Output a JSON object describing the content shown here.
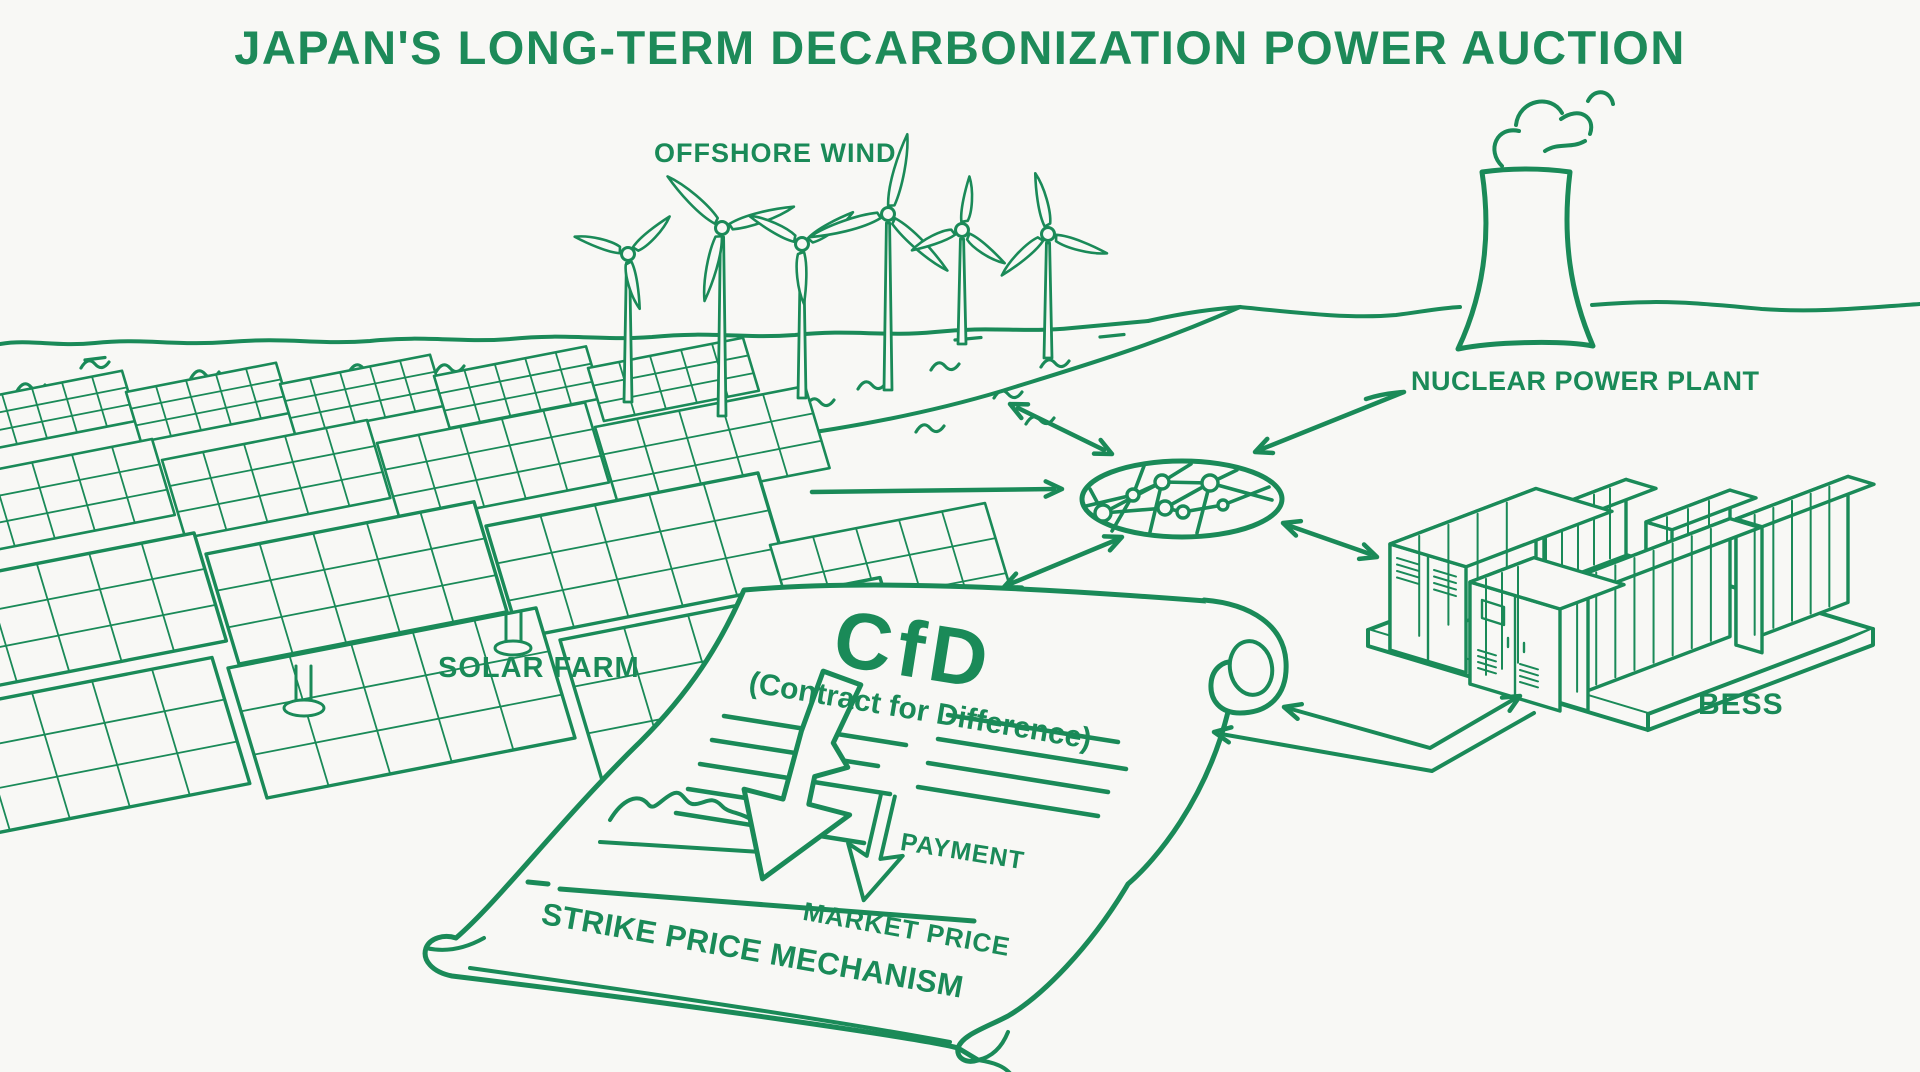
{
  "title": "JAPAN'S LONG-TERM DECARBONIZATION POWER AUCTION",
  "colors": {
    "ink": "#1a8a58",
    "background": "#f8f8f5"
  },
  "labels": {
    "offshore_wind": "OFFSHORE WIND",
    "nuclear": "NUCLEAR POWER PLANT",
    "solar": "SOLAR FARM",
    "bess": "BESS",
    "cfd": "CfD",
    "cfd_sub": "(Contract for Difference)",
    "payment": "PAYMENT",
    "market_price": "MARKET PRICE",
    "strike": "STRIKE PRICE MECHANISM"
  },
  "diagram": {
    "nodes": [
      {
        "id": "offshore-wind",
        "label": "OFFSHORE WIND",
        "icon": "wind-turbines-icon"
      },
      {
        "id": "solar-farm",
        "label": "SOLAR FARM",
        "icon": "solar-panels-icon"
      },
      {
        "id": "nuclear-power-plant",
        "label": "NUCLEAR POWER PLANT",
        "icon": "cooling-tower-icon"
      },
      {
        "id": "power-grid",
        "label": "",
        "icon": "grid-network-icon"
      },
      {
        "id": "bess",
        "label": "BESS",
        "icon": "battery-containers-icon"
      },
      {
        "id": "cfd-contract",
        "label": "CfD (Contract for Difference)",
        "icon": "scroll-contract-icon"
      }
    ],
    "connections": [
      {
        "from": "offshore-wind",
        "to": "power-grid",
        "type": "bidirectional"
      },
      {
        "from": "solar-farm",
        "to": "power-grid",
        "type": "one-way"
      },
      {
        "from": "nuclear-power-plant",
        "to": "power-grid",
        "type": "one-way"
      },
      {
        "from": "power-grid",
        "to": "cfd-contract",
        "type": "bidirectional"
      },
      {
        "from": "power-grid",
        "to": "bess",
        "type": "bidirectional"
      },
      {
        "from": "bess",
        "to": "cfd-contract",
        "type": "bidirectional"
      }
    ],
    "contract_annotations": [
      "PAYMENT",
      "MARKET PRICE",
      "STRIKE PRICE MECHANISM"
    ]
  }
}
